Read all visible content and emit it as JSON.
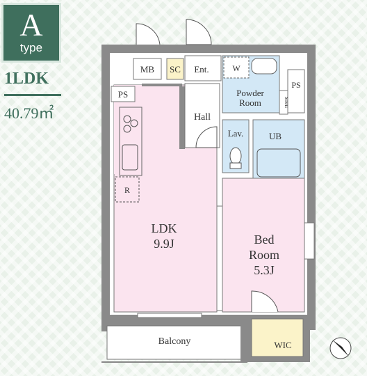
{
  "badge": {
    "letter": "A",
    "type_label": "type"
  },
  "layout_type": "1LDK",
  "area": "40.79㎡",
  "rooms": {
    "mb": "MB",
    "sc": "SC",
    "entrance": "Ent.",
    "ps_left": "PS",
    "ps_right": "PS",
    "powder_w": "W",
    "powder_line1": "Powder",
    "powder_line2": "Room",
    "shelf": "Shelf",
    "hall": "Hall",
    "lav": "Lav.",
    "ub": "UB",
    "fridge": "R",
    "ldk_name": "LDK",
    "ldk_size": "9.9J",
    "bed_line1": "Bed",
    "bed_line2": "Room",
    "bed_size": "5.3J",
    "balcony": "Balcony",
    "wic": "WIC"
  },
  "colors": {
    "brand": "#3f6f5d",
    "ldk": "#fbe4ef",
    "wet": "#d3e8f6",
    "wic": "#fbf3c9",
    "wall": "#8a8a8a"
  }
}
